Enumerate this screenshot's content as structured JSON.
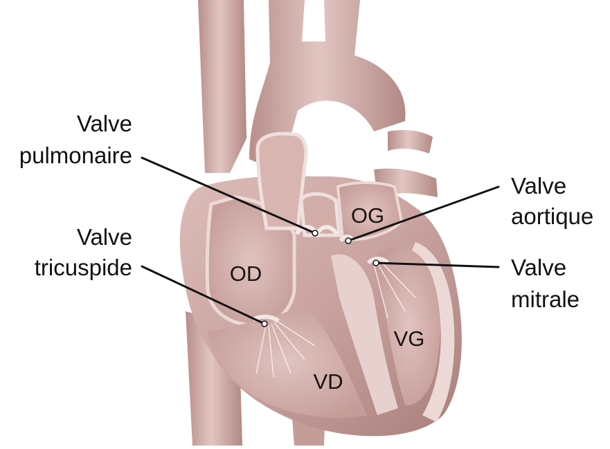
{
  "diagram": {
    "colors": {
      "tissue": "#c9a3a0",
      "tissue_light": "#e5cdca",
      "tissue_dark": "#9c7370",
      "cavity": "#d9b7b3",
      "valve": "#f3e6e3",
      "label": "#111111"
    },
    "callouts": {
      "pulmonary": {
        "line1": "Valve",
        "line2": "pulmonaire"
      },
      "aortic": {
        "line1": "Valve",
        "line2": "aortique"
      },
      "tricuspid": {
        "line1": "Valve",
        "line2": "tricuspide"
      },
      "mitral": {
        "line1": "Valve",
        "line2": "mitrale"
      }
    },
    "chambers": {
      "right_atrium": "OD",
      "left_atrium": "OG",
      "right_ventricle": "VD",
      "left_ventricle": "VG"
    }
  }
}
